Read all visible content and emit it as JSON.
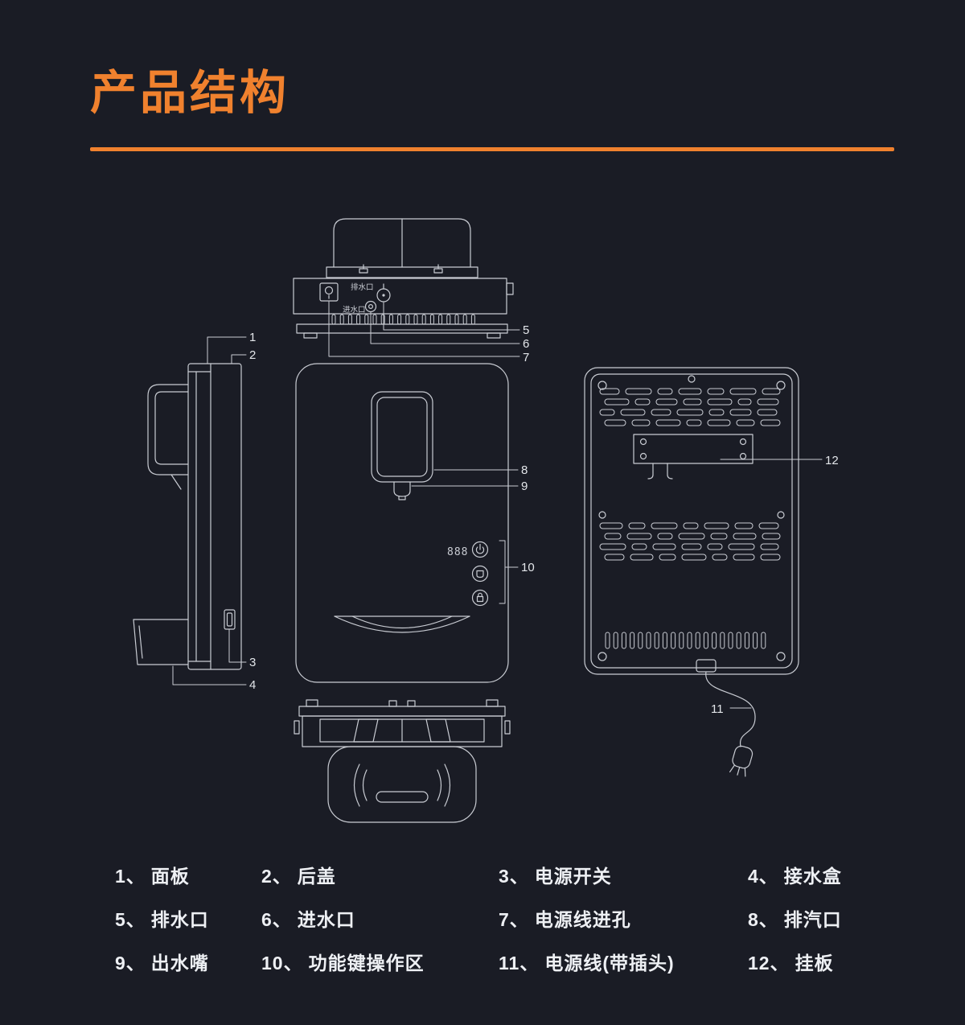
{
  "header": {
    "title": "产品结构"
  },
  "colors": {
    "background": "#1a1c25",
    "accent_orange": "#f0812e",
    "line_art": "#c9ccd3",
    "legend_text": "#eef0f4"
  },
  "diagram": {
    "top_view": {
      "drain_label": "排水口",
      "inlet_label": "进水口"
    },
    "front_view": {
      "display": "888",
      "button_icons": [
        "power-icon",
        "dispense-icon",
        "child-lock-icon"
      ]
    },
    "callouts": [
      "1",
      "2",
      "3",
      "4",
      "5",
      "6",
      "7",
      "8",
      "9",
      "10",
      "11",
      "12"
    ]
  },
  "legend": {
    "items": [
      {
        "num": "1、",
        "label": "面板"
      },
      {
        "num": "2、",
        "label": "后盖"
      },
      {
        "num": "3、",
        "label": "电源开关"
      },
      {
        "num": "4、",
        "label": "接水盒"
      },
      {
        "num": "5、",
        "label": "排水口"
      },
      {
        "num": "6、",
        "label": "进水口"
      },
      {
        "num": "7、",
        "label": "电源线进孔"
      },
      {
        "num": "8、",
        "label": "排汽口"
      },
      {
        "num": "9、",
        "label": "出水嘴"
      },
      {
        "num": "10、",
        "label": "功能键操作区"
      },
      {
        "num": "11、",
        "label": "电源线(带插头)"
      },
      {
        "num": "12、",
        "label": "挂板"
      }
    ]
  }
}
